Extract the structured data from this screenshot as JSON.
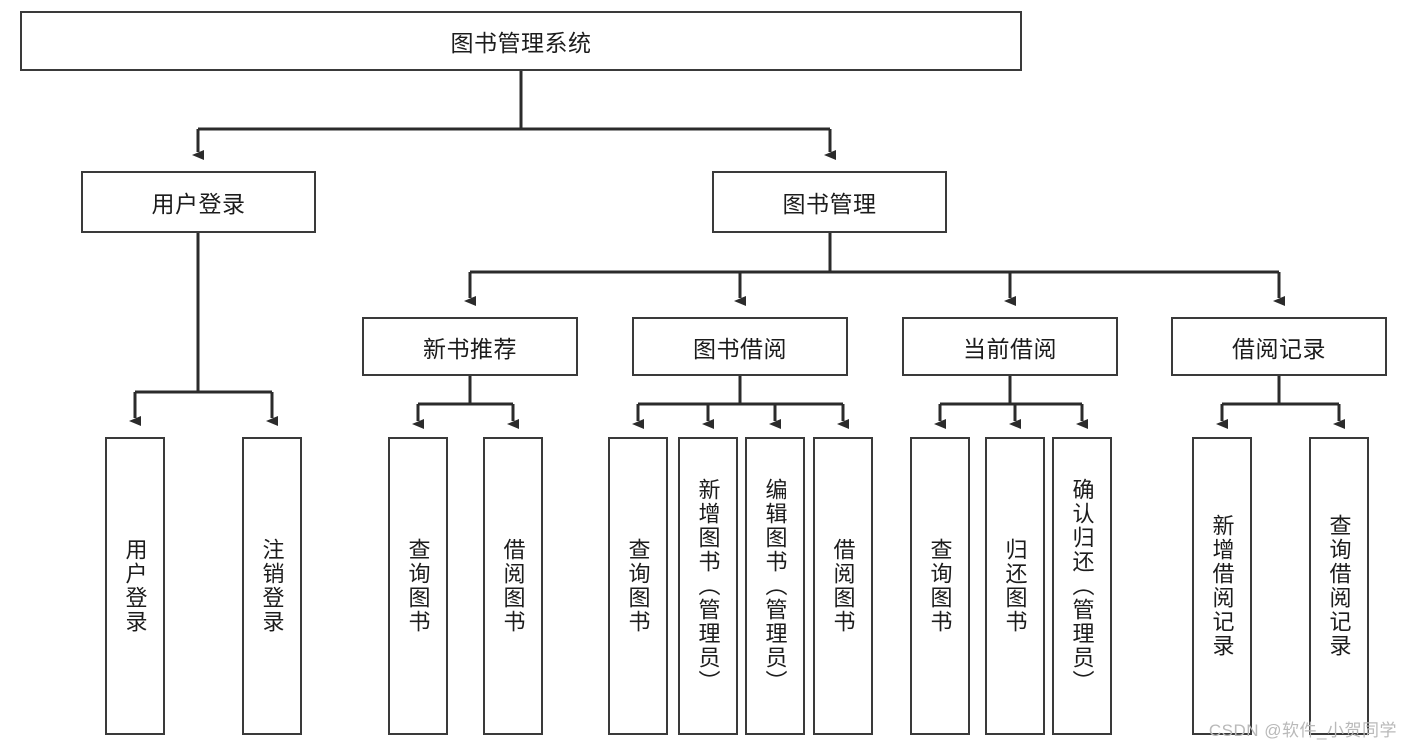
{
  "diagram": {
    "title": "图书管理系统",
    "type": "hierarchy-tree",
    "watermark": "CSDN @软件_小贺同学",
    "colors": {
      "box_border": "#3a3a3a",
      "box_fill": "#ffffff",
      "edge": "#2b2b2b",
      "text": "#1c1c1c",
      "watermark": "#b9b9b9",
      "background": "#ffffff"
    },
    "nodes": {
      "root": {
        "label": "图书管理系统",
        "level": 1,
        "orientation": "horizontal"
      },
      "user_login": {
        "label": "用户登录",
        "level": 2,
        "orientation": "horizontal"
      },
      "book_manage": {
        "label": "图书管理",
        "level": 2,
        "orientation": "horizontal"
      },
      "new_book_rec": {
        "label": "新书推荐",
        "level": 3,
        "orientation": "horizontal"
      },
      "book_borrow": {
        "label": "图书借阅",
        "level": 3,
        "orientation": "horizontal"
      },
      "current_borrow": {
        "label": "当前借阅",
        "level": 3,
        "orientation": "horizontal"
      },
      "borrow_record": {
        "label": "借阅记录",
        "level": 3,
        "orientation": "horizontal"
      },
      "leaf_user_login": {
        "label": "用户登录",
        "level": 4,
        "orientation": "vertical"
      },
      "leaf_logout": {
        "label": "注销登录",
        "level": 4,
        "orientation": "vertical"
      },
      "leaf_query_book_1": {
        "label": "查询图书",
        "level": 4,
        "orientation": "vertical"
      },
      "leaf_borrow_book_1": {
        "label": "借阅图书",
        "level": 4,
        "orientation": "vertical"
      },
      "leaf_query_book_2": {
        "label": "查询图书",
        "level": 4,
        "orientation": "vertical"
      },
      "leaf_add_book": {
        "label": "新增图书（管理员）",
        "level": 4,
        "orientation": "vertical"
      },
      "leaf_edit_book": {
        "label": "编辑图书（管理员）",
        "level": 4,
        "orientation": "vertical"
      },
      "leaf_borrow_book_2": {
        "label": "借阅图书",
        "level": 4,
        "orientation": "vertical"
      },
      "leaf_query_book_3": {
        "label": "查询图书",
        "level": 4,
        "orientation": "vertical"
      },
      "leaf_return_book": {
        "label": "归还图书",
        "level": 4,
        "orientation": "vertical"
      },
      "leaf_confirm_return": {
        "label": "确认归还（管理员）",
        "level": 4,
        "orientation": "vertical"
      },
      "leaf_add_record": {
        "label": "新增借阅记录",
        "level": 4,
        "orientation": "vertical"
      },
      "leaf_query_record": {
        "label": "查询借阅记录",
        "level": 4,
        "orientation": "vertical"
      }
    },
    "edges": [
      {
        "from": "root",
        "to": "user_login"
      },
      {
        "from": "root",
        "to": "book_manage"
      },
      {
        "from": "user_login",
        "to": "leaf_user_login"
      },
      {
        "from": "user_login",
        "to": "leaf_logout"
      },
      {
        "from": "book_manage",
        "to": "new_book_rec"
      },
      {
        "from": "book_manage",
        "to": "book_borrow"
      },
      {
        "from": "book_manage",
        "to": "current_borrow"
      },
      {
        "from": "book_manage",
        "to": "borrow_record"
      },
      {
        "from": "new_book_rec",
        "to": "leaf_query_book_1"
      },
      {
        "from": "new_book_rec",
        "to": "leaf_borrow_book_1"
      },
      {
        "from": "book_borrow",
        "to": "leaf_query_book_2"
      },
      {
        "from": "book_borrow",
        "to": "leaf_add_book"
      },
      {
        "from": "book_borrow",
        "to": "leaf_edit_book"
      },
      {
        "from": "book_borrow",
        "to": "leaf_borrow_book_2"
      },
      {
        "from": "current_borrow",
        "to": "leaf_query_book_3"
      },
      {
        "from": "current_borrow",
        "to": "leaf_return_book"
      },
      {
        "from": "current_borrow",
        "to": "leaf_confirm_return"
      },
      {
        "from": "borrow_record",
        "to": "leaf_add_record"
      },
      {
        "from": "borrow_record",
        "to": "leaf_query_record"
      }
    ]
  }
}
